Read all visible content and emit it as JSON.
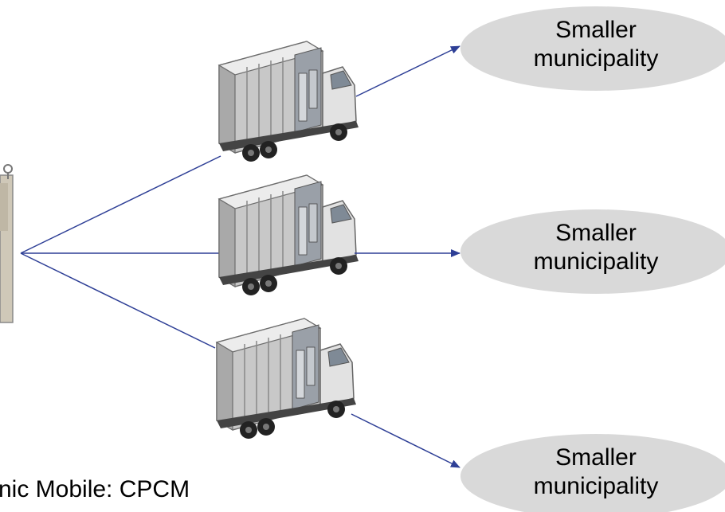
{
  "nodes": [
    {
      "label_line1": "Smaller",
      "label_line2": "municipality"
    },
    {
      "label_line1": "Smaller",
      "label_line2": "municipality"
    },
    {
      "label_line1": "Smaller",
      "label_line2": "municipality"
    }
  ],
  "caption": "nic Mobile: CPCM",
  "colors": {
    "arrow": "#2e3f96",
    "ellipse": "#d9d9d9"
  }
}
